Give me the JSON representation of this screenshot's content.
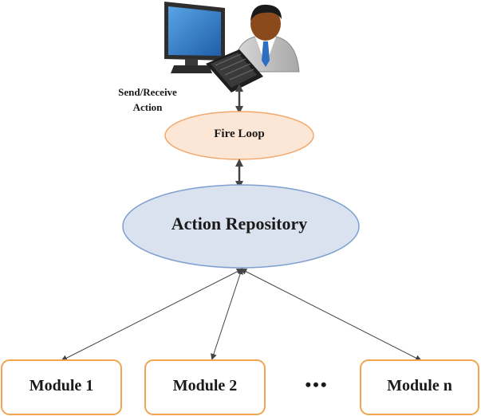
{
  "user": {
    "send_receive_line1": "Send/Receive",
    "send_receive_line2": "Action",
    "icon": "user-at-computer-icon"
  },
  "fire_loop": {
    "label": "Fire Loop"
  },
  "repository": {
    "label": "Action Repository"
  },
  "modules": [
    {
      "label": "Module 1"
    },
    {
      "label": "Module 2"
    },
    {
      "label": "Module n"
    }
  ],
  "ellipsis": "•••",
  "colors": {
    "fire_loop_fill": "#fce7d6",
    "fire_loop_stroke": "#f2a86b",
    "repository_fill": "#dbe2ef",
    "repository_stroke": "#7ea0cf",
    "module_stroke": "#f2a451",
    "arrow": "#444444"
  }
}
